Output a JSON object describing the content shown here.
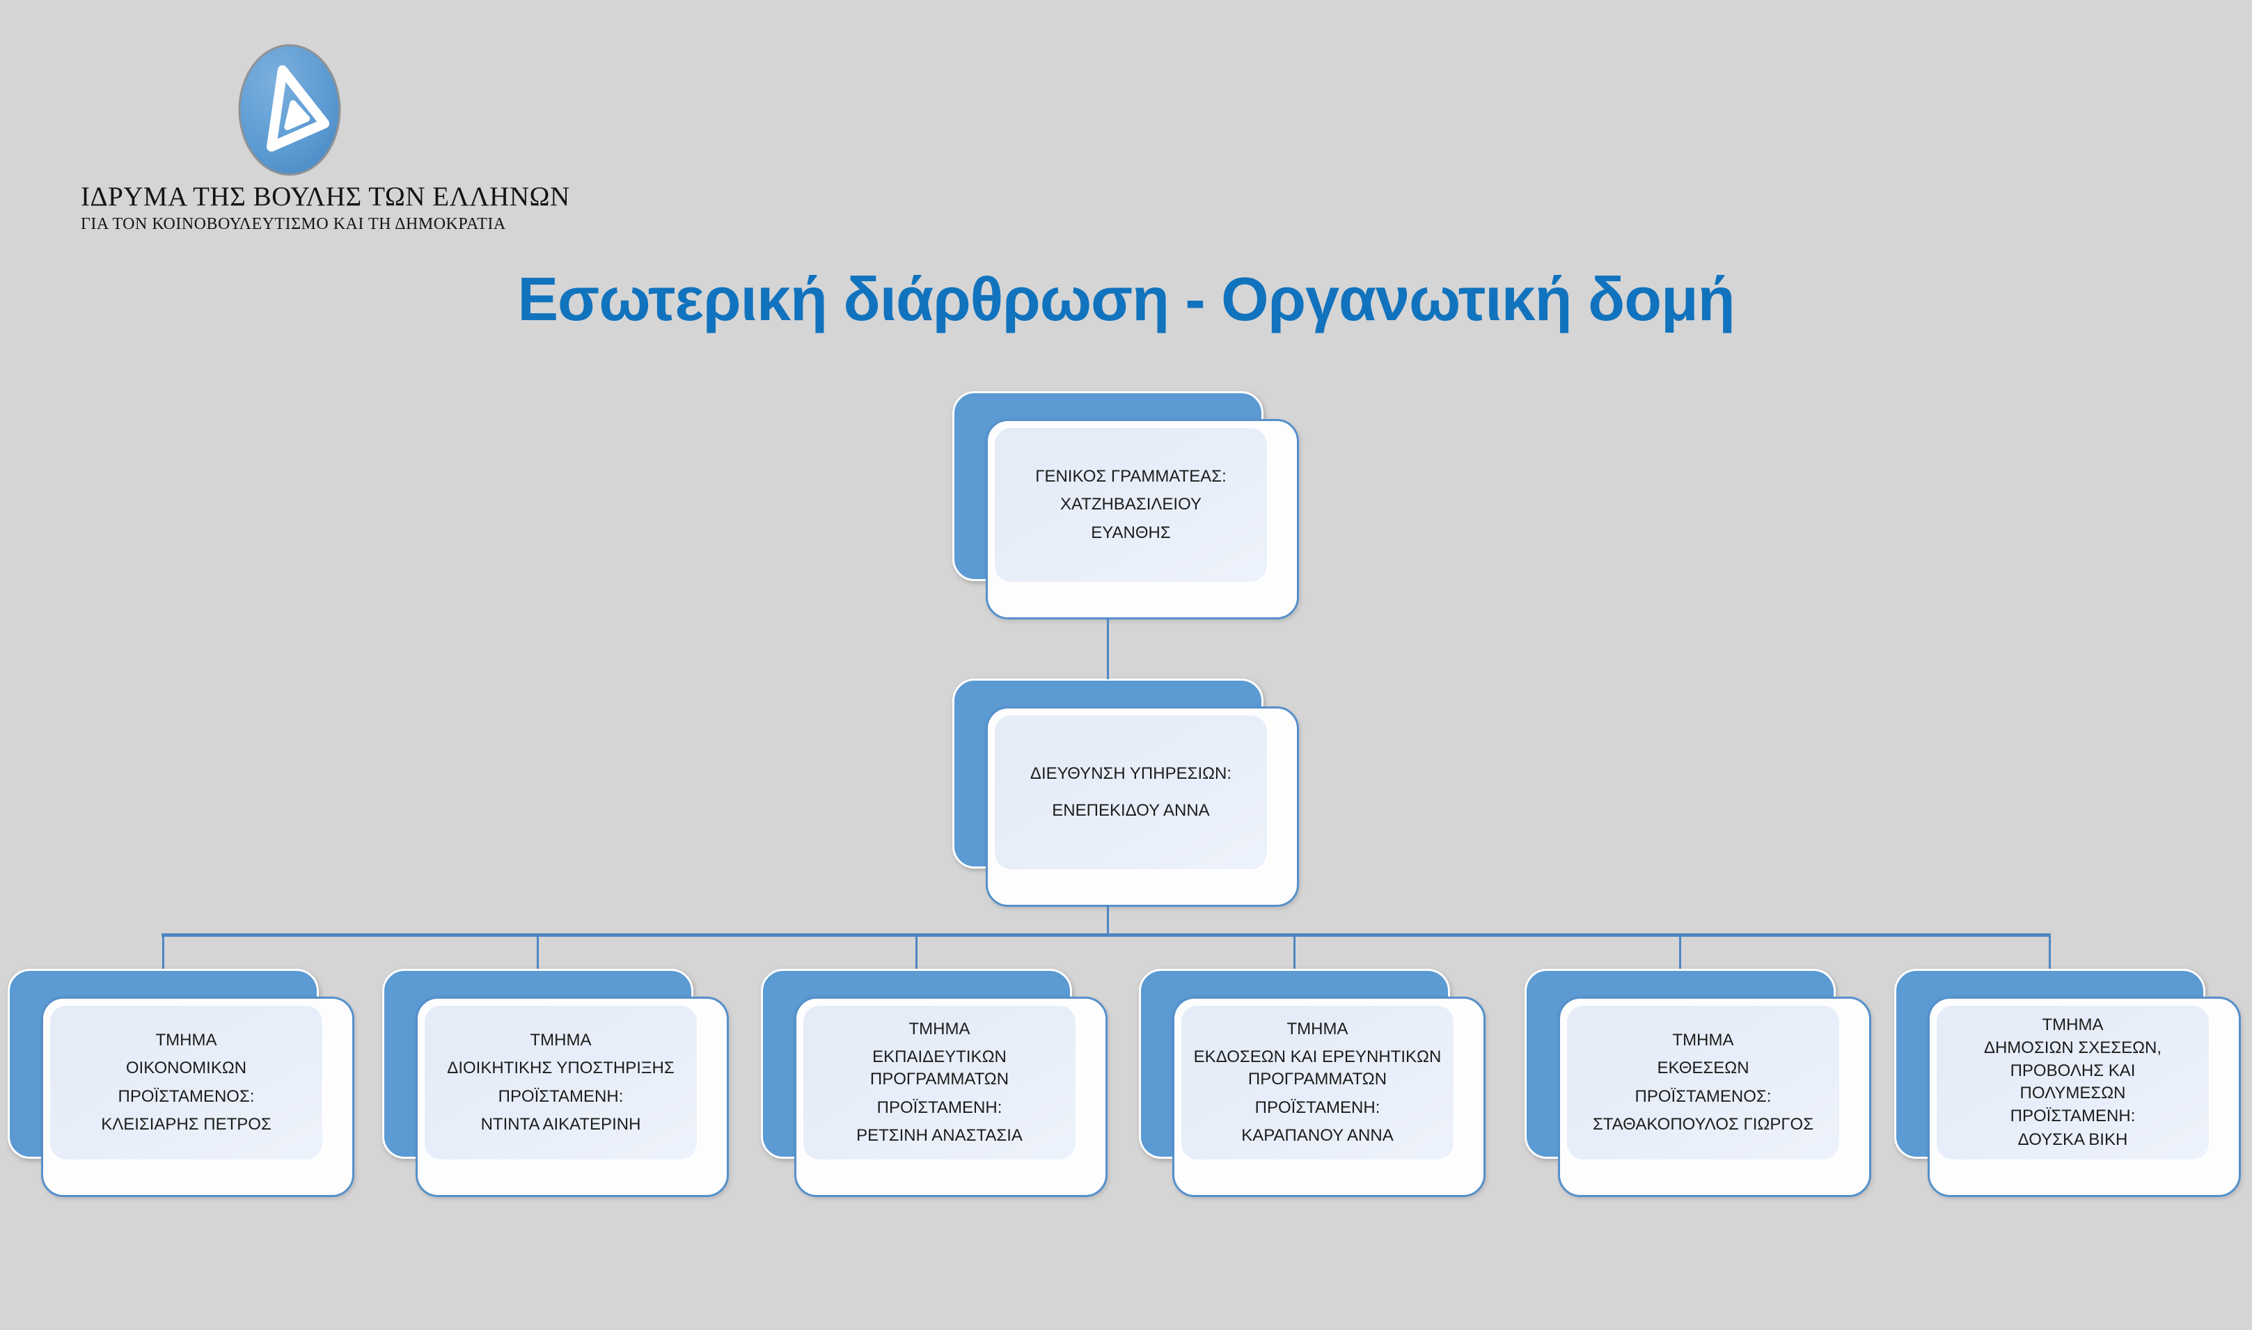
{
  "header": {
    "logo_icon": "delta-triangle-in-blue-oval",
    "org_name": "ΙΔΡΥΜΑ ΤΗΣ ΒΟΥΛΗΣ ΤΩΝ ΕΛΛΗΝΩΝ",
    "org_tagline": "ΓΙΑ ΤΟΝ ΚΟΙΝΟΒΟΥΛΕΥΤΙΣΜΟ ΚΑΙ ΤΗ ΔΗΜΟΚΡΑΤΙΑ"
  },
  "title": "Εσωτερική διάρθρωση - Οργανωτική δομή",
  "colors": {
    "background": "#d5d5d6",
    "title_text": "#1173bd",
    "node_back_fill": "#5b9ad2",
    "node_front_border": "#5590ca",
    "node_front_fill_top": "#e5ecf8",
    "node_front_fill_bottom": "#fdfdfe",
    "connector": "#4d86c3",
    "node_text": "#1c1c1c"
  },
  "org_chart": {
    "root": {
      "id": "general-secretary",
      "lines": [
        "ΓΕΝΙΚΟΣ ΓΡΑΜΜΑΤΕΑΣ:",
        "ΧΑΤΖΗΒΑΣΙΛΕΙΟΥ",
        "ΕΥΑΝΘΗΣ"
      ]
    },
    "director": {
      "id": "services-directorate",
      "reports_to": "general-secretary",
      "lines": [
        "ΔΙΕΥΘΥΝΣΗ ΥΠΗΡΕΣΙΩΝ:",
        "ΕΝΕΠΕΚΙΔΟΥ ΑΝΝΑ"
      ]
    },
    "departments": [
      {
        "id": "dept-finance",
        "reports_to": "services-directorate",
        "lines": [
          "ΤΜΗΜΑ",
          "ΟΙΚΟΝΟΜΙΚΩΝ",
          "ΠΡΟΪΣΤΑΜΕΝΟΣ:",
          "ΚΛΕΙΣΙΑΡΗΣ ΠΕΤΡΟΣ"
        ]
      },
      {
        "id": "dept-administrative-support",
        "reports_to": "services-directorate",
        "lines": [
          "ΤΜΗΜΑ",
          "ΔΙΟΙΚΗΤΙΚΗΣ ΥΠΟΣΤΗΡΙΞΗΣ",
          "ΠΡΟΪΣΤΑΜΕΝΗ:",
          "ΝΤΙΝΤΑ ΑΙΚΑΤΕΡΙΝΗ"
        ]
      },
      {
        "id": "dept-educational-programs",
        "reports_to": "services-directorate",
        "lines": [
          "ΤΜΗΜΑ",
          "ΕΚΠΑΙΔΕΥΤΙΚΩΝ ΠΡΟΓΡΑΜΜΑΤΩΝ",
          "ΠΡΟΪΣΤΑΜΕΝΗ:",
          "ΡΕΤΣΙΝΗ ΑΝΑΣΤΑΣΙΑ"
        ]
      },
      {
        "id": "dept-publications-research-programs",
        "reports_to": "services-directorate",
        "lines": [
          "ΤΜΗΜΑ",
          "ΕΚΔΟΣΕΩΝ ΚΑΙ ΕΡΕΥΝΗΤΙΚΩΝ ΠΡΟΓΡΑΜΜΑΤΩΝ",
          "ΠΡΟΪΣΤΑΜΕΝΗ:",
          "ΚΑΡΑΠΑΝΟΥ ΑΝΝΑ"
        ]
      },
      {
        "id": "dept-exhibitions",
        "reports_to": "services-directorate",
        "lines": [
          "ΤΜΗΜΑ",
          "ΕΚΘΕΣΕΩΝ",
          "ΠΡΟΪΣΤΑΜΕΝΟΣ:",
          "ΣΤΑΘΑΚΟΠΟΥΛΟΣ ΓΙΩΡΓΟΣ"
        ]
      },
      {
        "id": "dept-public-relations-promotion-multimedia",
        "reports_to": "services-directorate",
        "lines": [
          "ΤΜΗΜΑ",
          "ΔΗΜΟΣΙΩΝ ΣΧΕΣΕΩΝ, ΠΡΟΒΟΛΗΣ ΚΑΙ ΠΟΛΥΜΕΣΩΝ",
          "ΠΡΟΪΣΤΑΜΕΝΗ:",
          "ΔΟΥΣΚΑ ΒΙΚΗ"
        ]
      }
    ]
  }
}
